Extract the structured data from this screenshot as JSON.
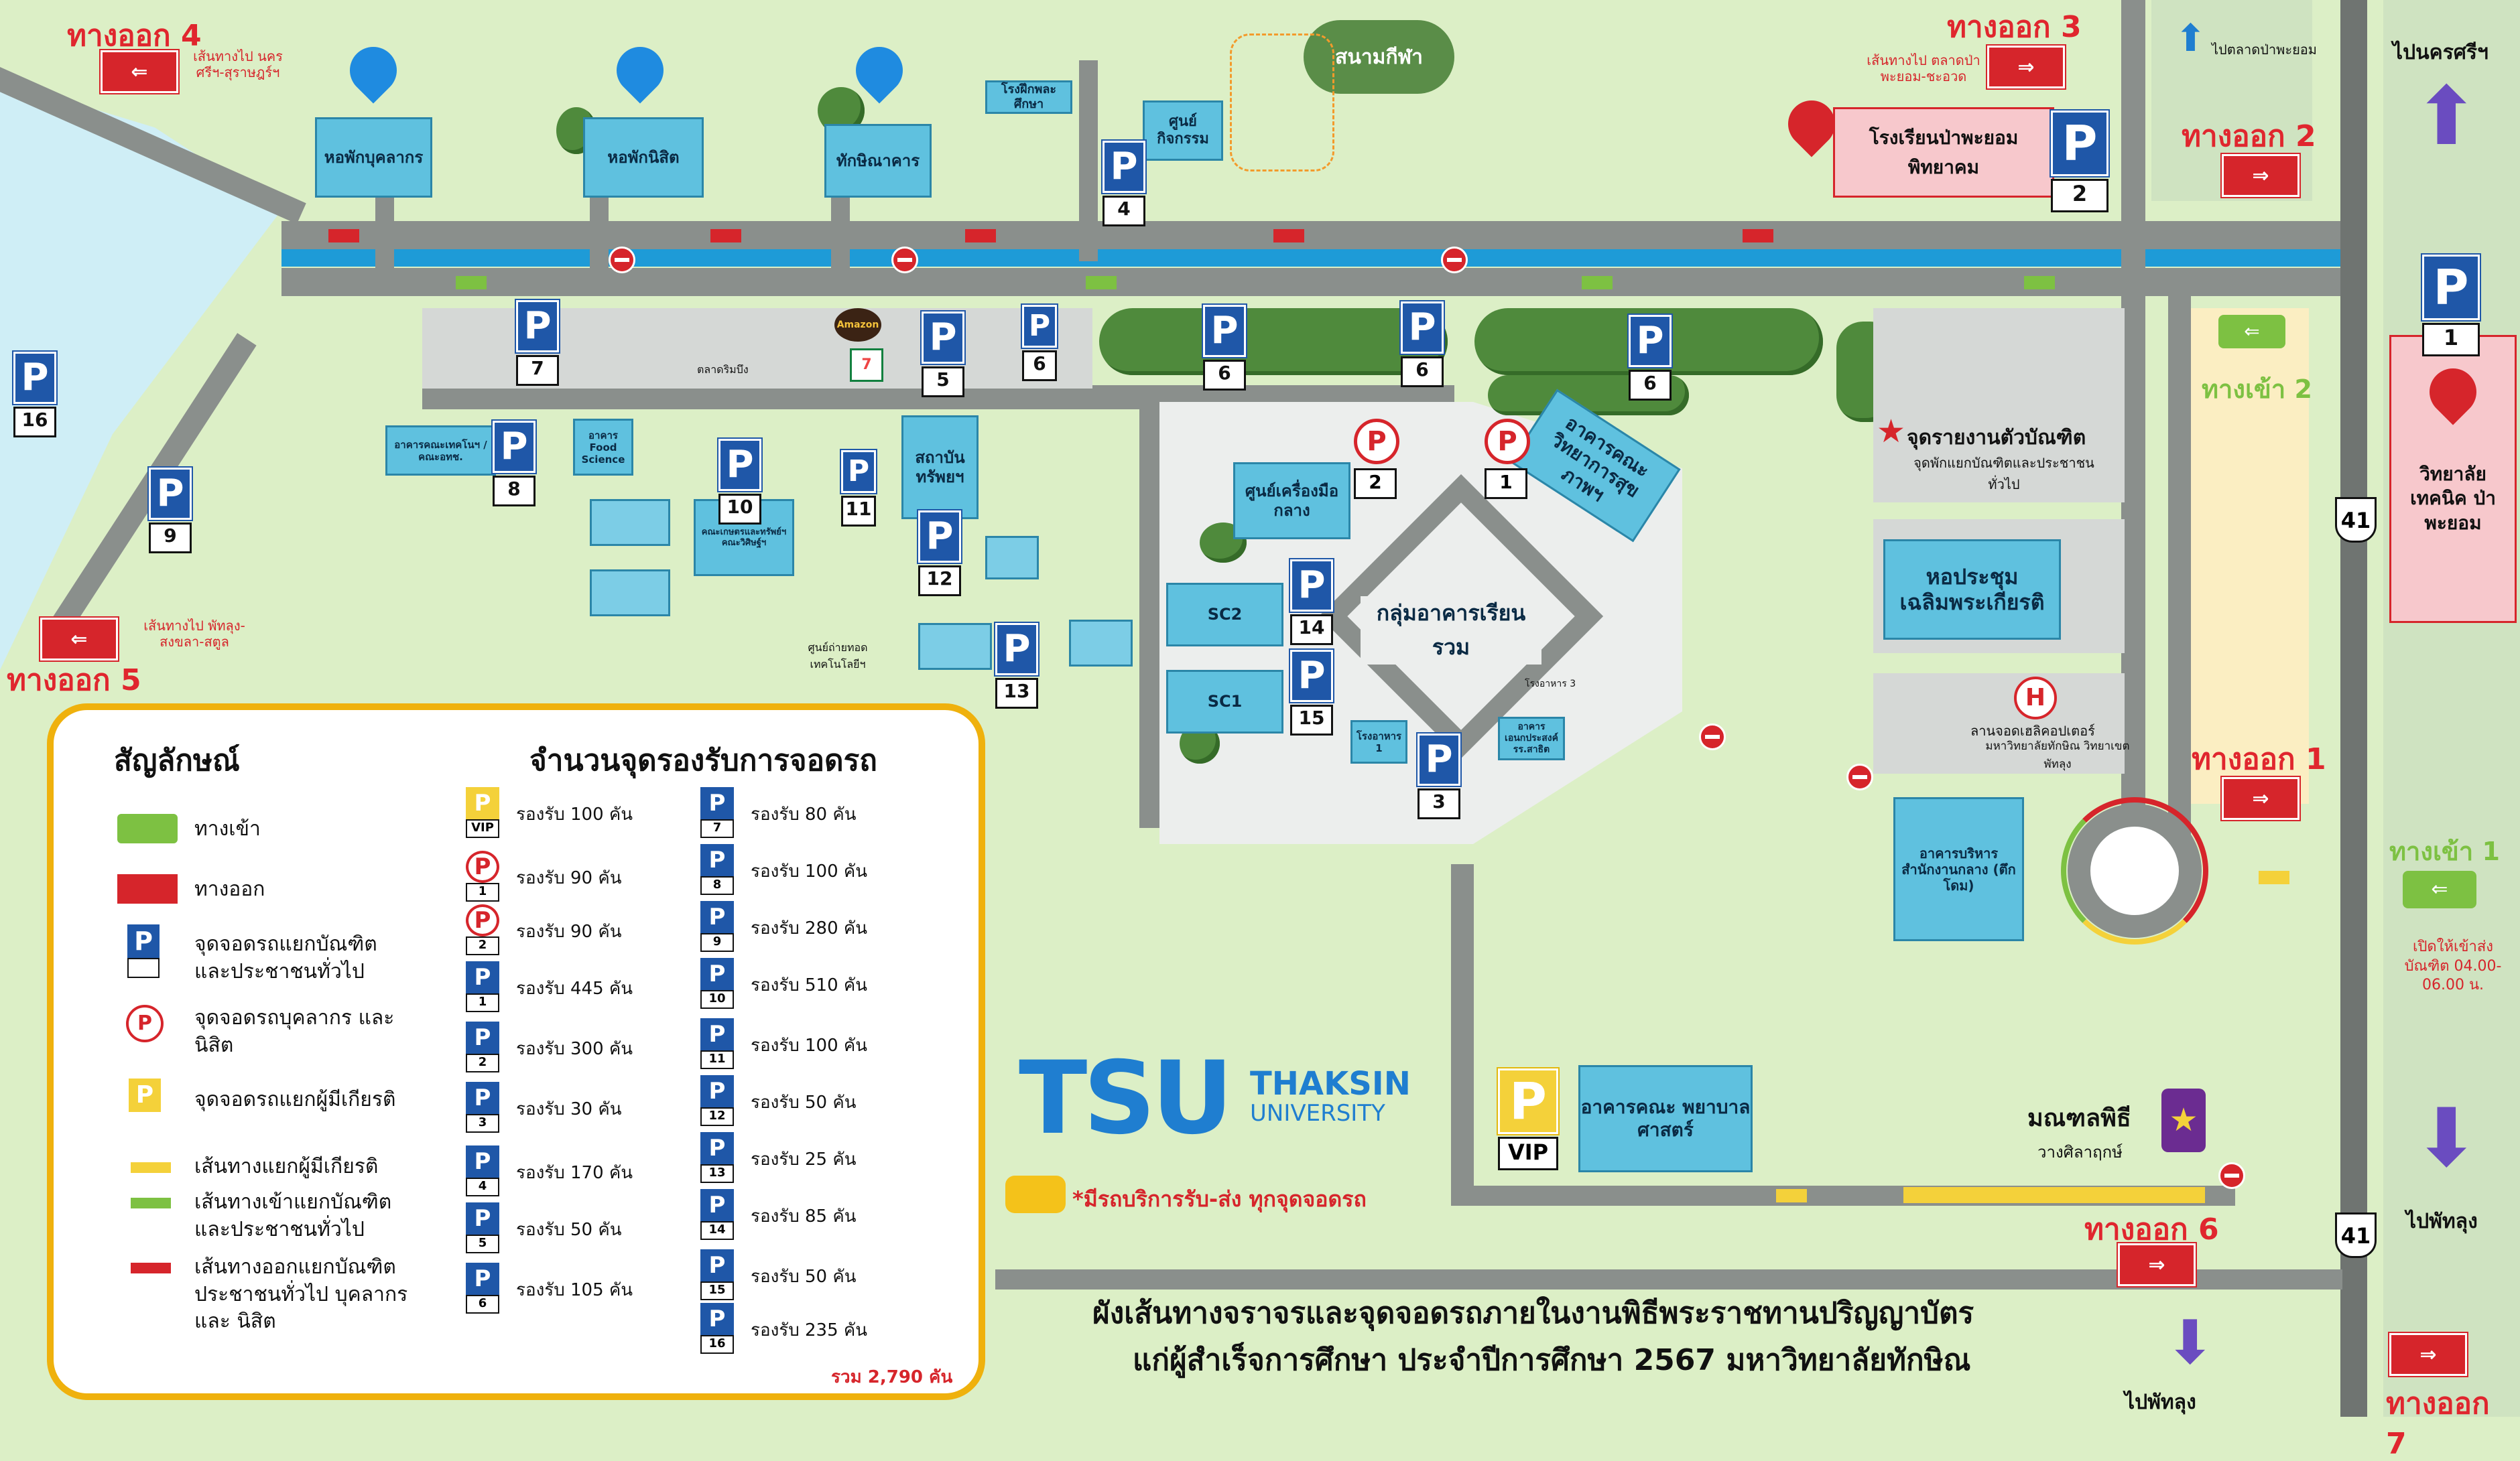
{
  "colors": {
    "exit_red": "#d6252b",
    "entry_green": "#7dc142",
    "vip_yellow": "#f4d13a",
    "parking_blue": "#1f57a8",
    "building_blue": "#5fc1df",
    "legend_border": "#efb10d",
    "brand_blue": "#1f7ed0",
    "brand_orange": "#f39a2b"
  },
  "exits": {
    "exit1": "ทางออก 1",
    "exit2": "ทางออก 2",
    "exit3": "ทางออก 3",
    "exit4": "ทางออก 4",
    "exit5": "ทางออก 5",
    "exit6": "ทางออก 6",
    "exit7": "ทางออก 7"
  },
  "entries": {
    "entry1": "ทางเข้า 1",
    "entry2": "ทางเข้า 2",
    "entry1_note": "เปิดให้เข้าส่ง บัณฑิต 04.00-06.00 น."
  },
  "routes": {
    "to_nakhon_si_surat": "เส้นทางไป นครศรีฯ-สุราษฎร์ฯ",
    "to_songkhla_satun": "เส้นทางไป พัทลุง-สงขลา-สตูล",
    "to_market_chawat": "เส้นทางไป ตลาดป่าพะยอม-ชะอวด",
    "to_market": "ไปตลาดป่าพะยอม",
    "to_nakhon_si": "ไปนครศรีฯ",
    "to_phatthalung_right": "ไปพัทลุง",
    "to_phatthalung_bottom": "ไปพัทลุง"
  },
  "highway": "41",
  "buildings": {
    "staff_dorm": "หอพักบุคลากร",
    "student_dorm": "หอพักนิสิต",
    "thaksina": "ทักษิณาคาร",
    "stadium": "สนามกีฬา",
    "practice_school": "โรงฝึกพละศึกษา",
    "activity_center": "ศูนย์ กิจกรรม",
    "papayom_school": "โรงเรียนป่าพะยอม พิทยาคม",
    "tech_college": "วิทยาลัย เทคนิค ป่าพะยอม",
    "market": "ตลาดริมบึง",
    "amazon": "Amazon",
    "seven": "7-Eleven",
    "agri_faculty": "อาคารคณะเทคโนฯ / คณะอทช.",
    "food_science": "อาคาร Food Science",
    "agri_institute": "คณะเกษตรและทรัพย์ฯ คณะวิศิษฐ์ฯ",
    "resource_institute": "สถาบัน ทรัพยฯ",
    "tech_transfer": "ศูนย์ถ่ายทอด เทคโนโลยีฯ",
    "sc2": "SC2",
    "sc1": "SC1",
    "tool_center": "ศูนย์เครื่องมือ กลาง",
    "health_faculty": "อาคารคณะ วิทยาการสุขภาพฯ",
    "central_group": "กลุ่มอาคารเรียนรวม",
    "lecture1": "โรงอาหาร 1",
    "lecture3": "โรงอาหาร 3",
    "multi_bldg": "อาคาร เอนกประสงค์ รร.สาธิต",
    "reporting_point": "จุดรายงานตัวบัณฑิต",
    "reporting_sub": "จุดพักแยกบัณฑิตและประชาชน ทั่วไป",
    "hall": "หอประชุม เฉลิมพระเกียรติ",
    "helipad": "ลานจอดเฮลิคอปเตอร์",
    "helipad_sub": "มหาวิทยาลัยทักษิณ วิทยาเขตพัทลุง",
    "admin": "อาคารบริหาร สำนักงานกลาง (ตึกโดม)",
    "nursing": "อาคารคณะ พยาบาลศาสตร์",
    "mandala": "มณฑลพิธี",
    "mandala_sub": "วางศิลาฤกษ์"
  },
  "parking_lots": [
    "1",
    "2",
    "3",
    "4",
    "5",
    "6",
    "6",
    "6",
    "6",
    "7",
    "8",
    "9",
    "10",
    "11",
    "12",
    "13",
    "14",
    "15",
    "16"
  ],
  "staff_lots": [
    "1",
    "2"
  ],
  "vip": "VIP",
  "brand": {
    "logo_text": "TSU",
    "name_line1": "THAKSIN",
    "name_line2": "UNIVERSITY",
    "shuttle_note": "*มีรถบริการรับ-ส่ง ทุกจุดจอดรถ"
  },
  "footer": {
    "line1": "ผังเส้นทางจราจรและจุดจอดรถภายในงานพิธีพระราชทานปริญญาบัตร",
    "line2": "แก่ผู้สำเร็จการศึกษา ประจำปีการศึกษา 2567 มหาวิทยาลัยทักษิณ"
  },
  "legend": {
    "title": "สัญลักษณ์",
    "entry": "ทางเข้า",
    "exit": "ทางออก",
    "public_parking": "จุดจอดรถแยกบัณฑิต และประชาชนทั่วไป",
    "staff_parking": "จุดจอดรถบุคลากร และนิสิต",
    "vip_parking": "จุดจอดรถแยกผู้มีเกียรติ",
    "vip_route": "เส้นทางแยกผู้มีเกียรติ",
    "entry_route": "เส้นทางเข้าแยกบัณฑิต และประชาชนทั่วไป",
    "exit_route": "เส้นทางออกแยกบัณฑิต ประชาชนทั่วไป บุคลากร และ นิสิต"
  },
  "capacity": {
    "title": "จำนวนจุดรองรับการจอดรถ",
    "left": [
      {
        "label": "VIP",
        "text": "รองรับ 100 คัน"
      },
      {
        "label": "1",
        "text": "รองรับ 90 คัน"
      },
      {
        "label": "2",
        "text": "รองรับ 90 คัน"
      },
      {
        "label": "1",
        "text": "รองรับ 445 คัน"
      },
      {
        "label": "2",
        "text": "รองรับ 300 คัน"
      },
      {
        "label": "3",
        "text": "รองรับ 30 คัน"
      },
      {
        "label": "4",
        "text": "รองรับ 170 คัน"
      },
      {
        "label": "5",
        "text": "รองรับ 50 คัน"
      },
      {
        "label": "6",
        "text": "รองรับ 105 คัน"
      }
    ],
    "right": [
      {
        "label": "7",
        "text": "รองรับ 80 คัน"
      },
      {
        "label": "8",
        "text": "รองรับ 100 คัน"
      },
      {
        "label": "9",
        "text": "รองรับ 280 คัน"
      },
      {
        "label": "10",
        "text": "รองรับ 510 คัน"
      },
      {
        "label": "11",
        "text": "รองรับ 100 คัน"
      },
      {
        "label": "12",
        "text": "รองรับ 50 คัน"
      },
      {
        "label": "13",
        "text": "รองรับ 25 คัน"
      },
      {
        "label": "14",
        "text": "รองรับ 85 คัน"
      },
      {
        "label": "15",
        "text": "รองรับ 50 คัน"
      },
      {
        "label": "16",
        "text": "รองรับ 235 คัน"
      }
    ],
    "total": "รวม 2,790 คัน"
  }
}
